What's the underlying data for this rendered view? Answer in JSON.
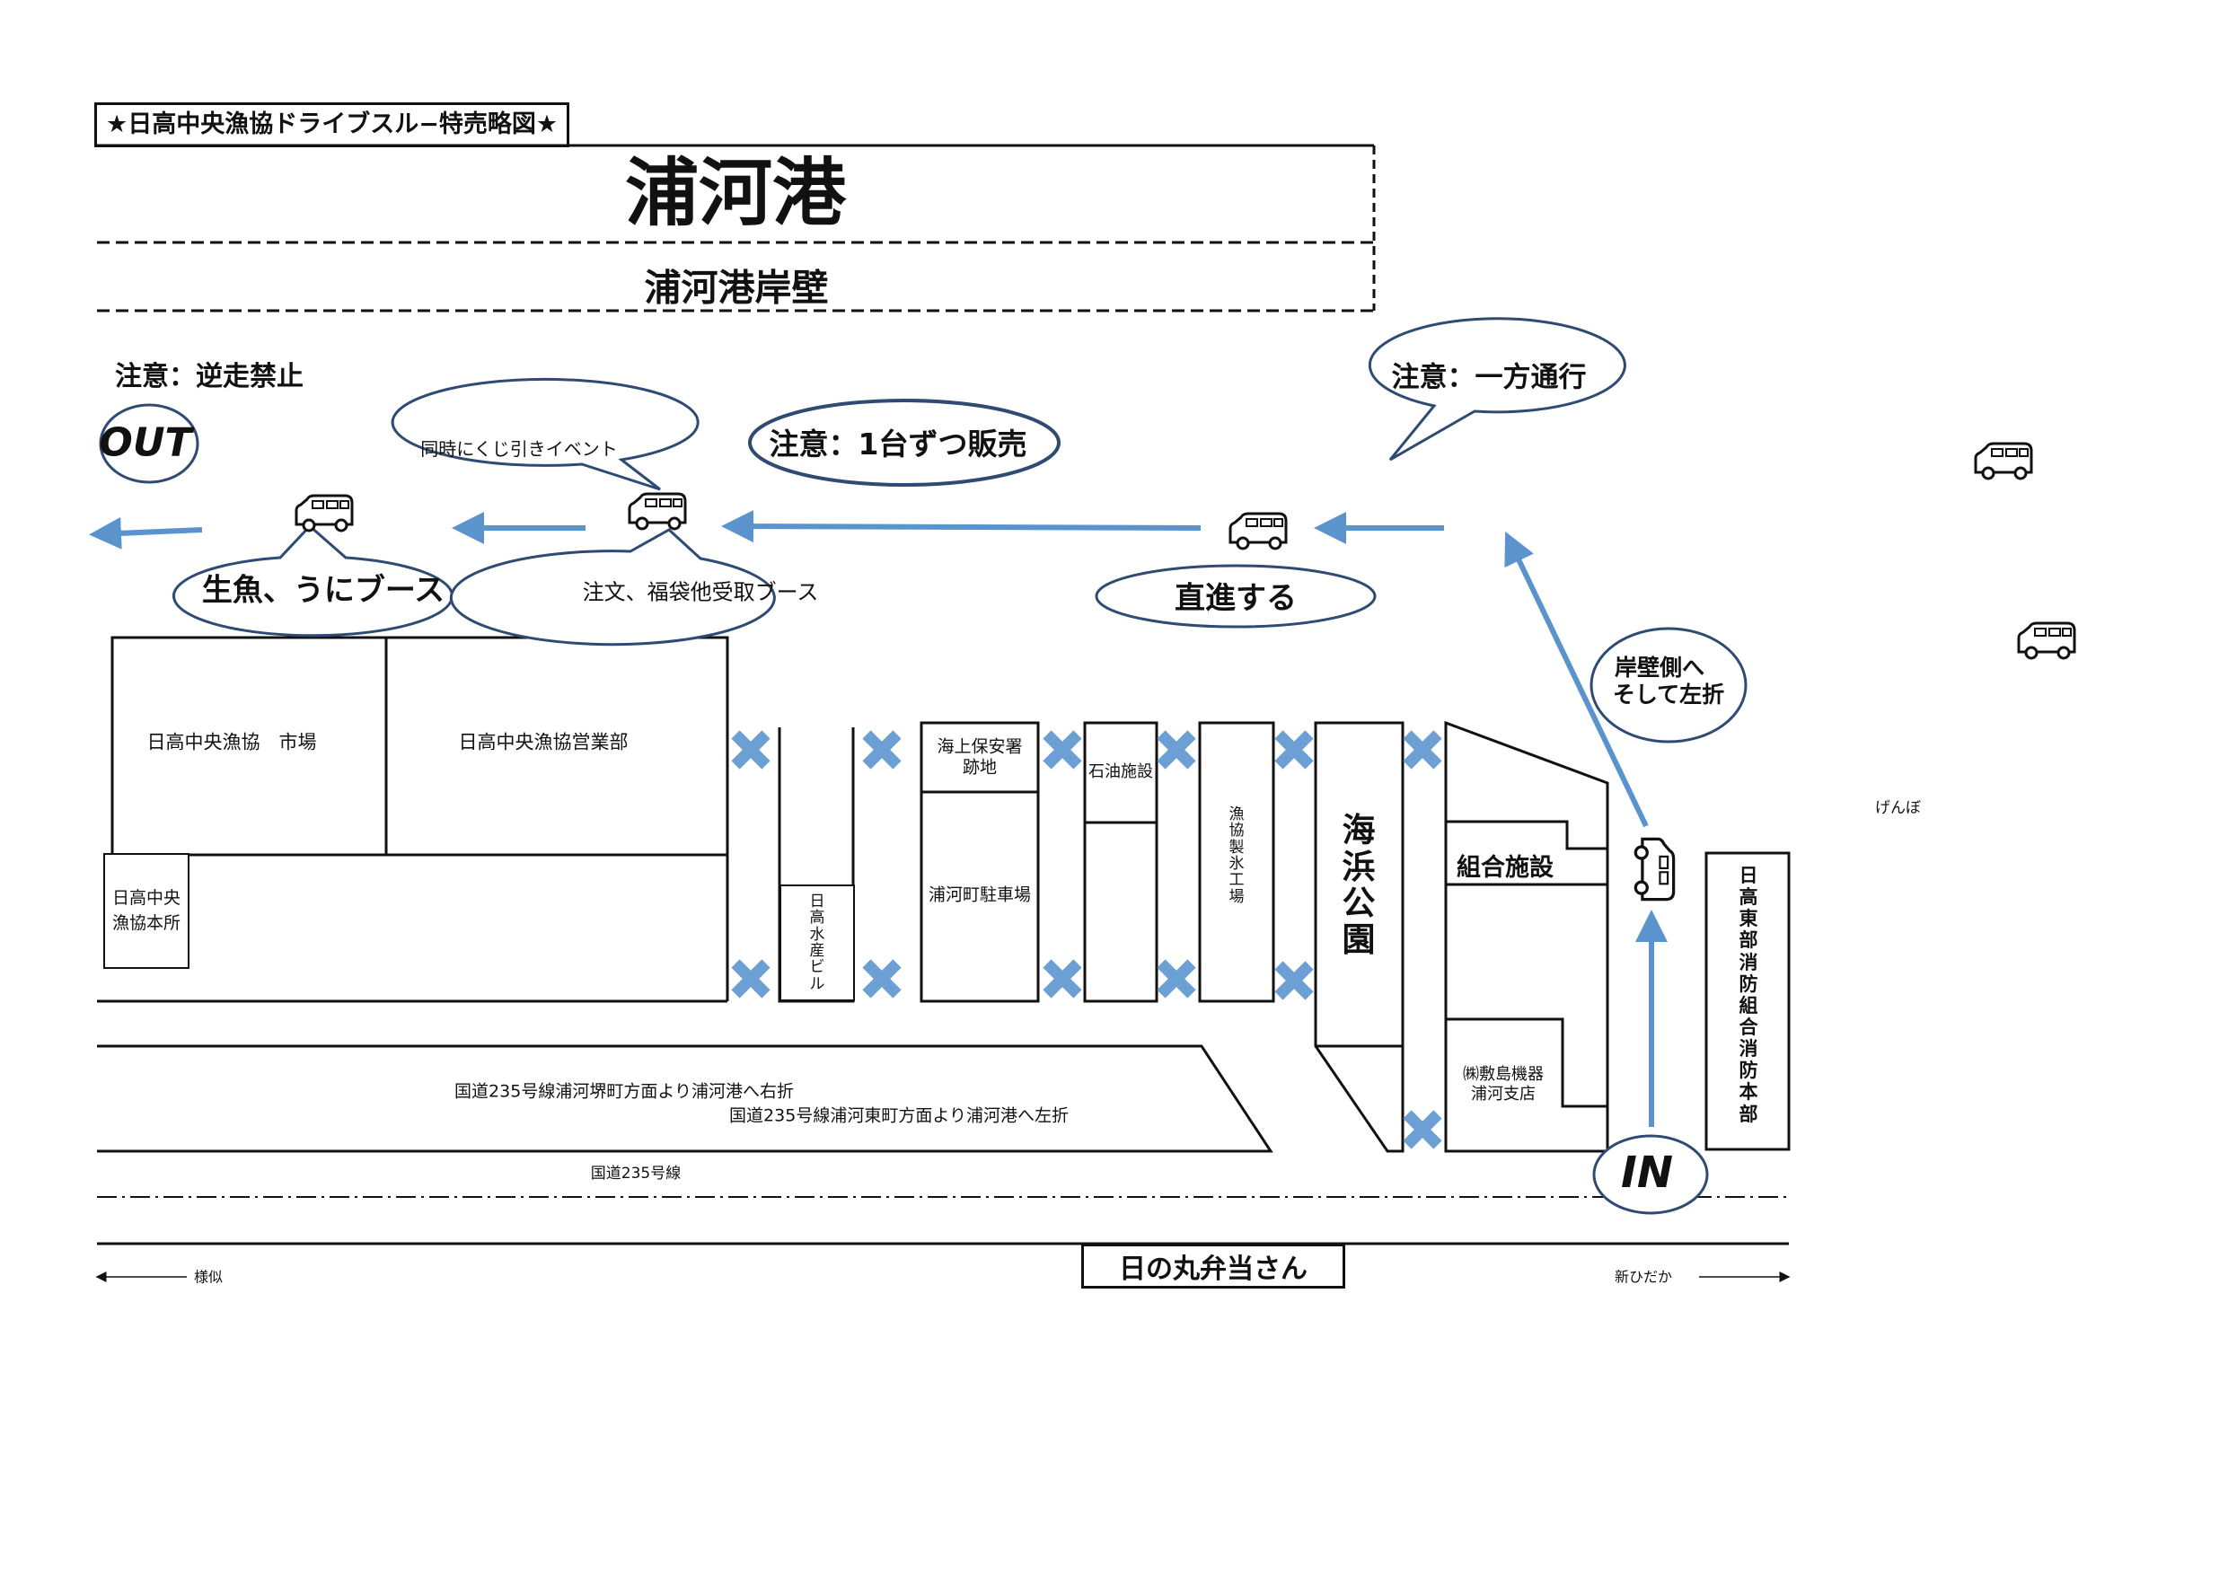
{
  "header": {
    "badge": "★日高中央漁協ドライブスル−特売略図★",
    "title": "浦河港",
    "quay": "浦河港岸壁"
  },
  "notices": {
    "no_reverse": "注意：逆走禁止",
    "one_way": "注意：一方通行",
    "one_car": "注意：1台ずつ販売"
  },
  "bubbles": {
    "lottery": "同時にくじ引きイベント",
    "fish_booth": "生魚、うにブース",
    "order_booth": "注文、福袋他受取ブース",
    "straight": "直進する",
    "turn": [
      "岸壁側へ",
      "そして左折"
    ]
  },
  "signs": {
    "out": "OUT",
    "in": "IN"
  },
  "buildings": {
    "market": "日高中央漁協　市場",
    "sales": "日高中央漁協営業部",
    "hq": [
      "日高中央",
      "漁協本所"
    ],
    "suisan": "日高水産ビル",
    "coastguard": [
      "海上保安署",
      "跡地"
    ],
    "parking": "浦河町駐車場",
    "oil": "石油施設",
    "ice": "漁協製氷工場",
    "park": "海浜公園",
    "kumiai": "組合施設",
    "shikishima": [
      "㈱敷島機器",
      "浦河支店"
    ],
    "fire": "日高東部消防組合消防本部",
    "genbo": "げんぼ"
  },
  "roads": {
    "right_turn": "国道235号線浦河堺町方面より浦河港へ右折",
    "left_turn": "国道235号線浦河東町方面より浦河港へ左折",
    "route": "国道235号線",
    "left_dest": "様似",
    "right_dest": "新ひだか",
    "bento": "日の丸弁当さん"
  },
  "colors": {
    "arrow": "#5b93cd",
    "ellipse_stroke": "#2f4a73",
    "x_mark": "#6c9fd3"
  }
}
